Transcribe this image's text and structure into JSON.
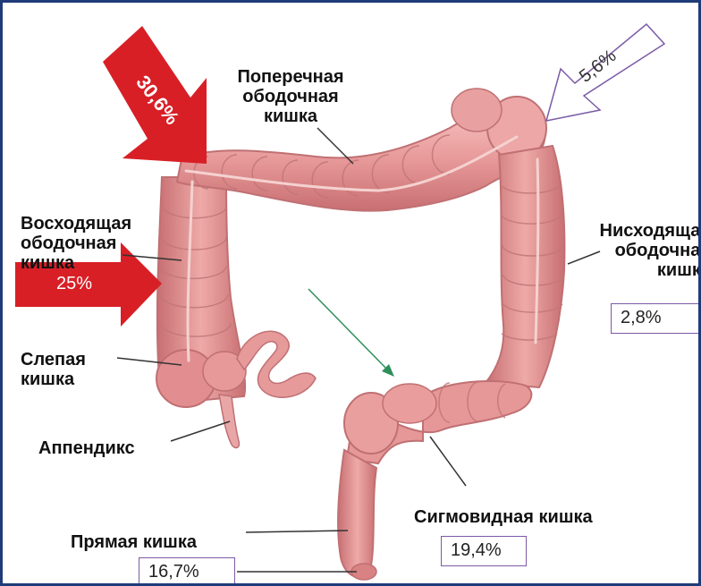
{
  "labels": {
    "transverse": "Поперечная\nободочная\nкишка",
    "ascending": "Восходящая\nободочная\nкишка",
    "descending": "Нисходящая\nободочная\nкишка",
    "cecum": "Слепая\nкишка",
    "appendix": "Аппендикс",
    "sigmoid": "Сигмовидная кишка",
    "rectum": "Прямая кишка"
  },
  "percentages": {
    "transverse": "30,6%",
    "ascending": "25%",
    "splenic": "5,6%",
    "descending": "2,8%",
    "sigmoid": "19,4%",
    "rectum": "16,7%"
  },
  "colors": {
    "frame": "#1f3b78",
    "colon_fill": "#e89a9a",
    "colon_shadow": "#c86f72",
    "colon_light": "#f6c4c2",
    "arrow_red": "#d81f26",
    "box_border": "#7b5aa6",
    "pointer_green": "#2f8f5a"
  },
  "icons": [
    "red-arrow-icon",
    "outline-arrow-icon"
  ]
}
